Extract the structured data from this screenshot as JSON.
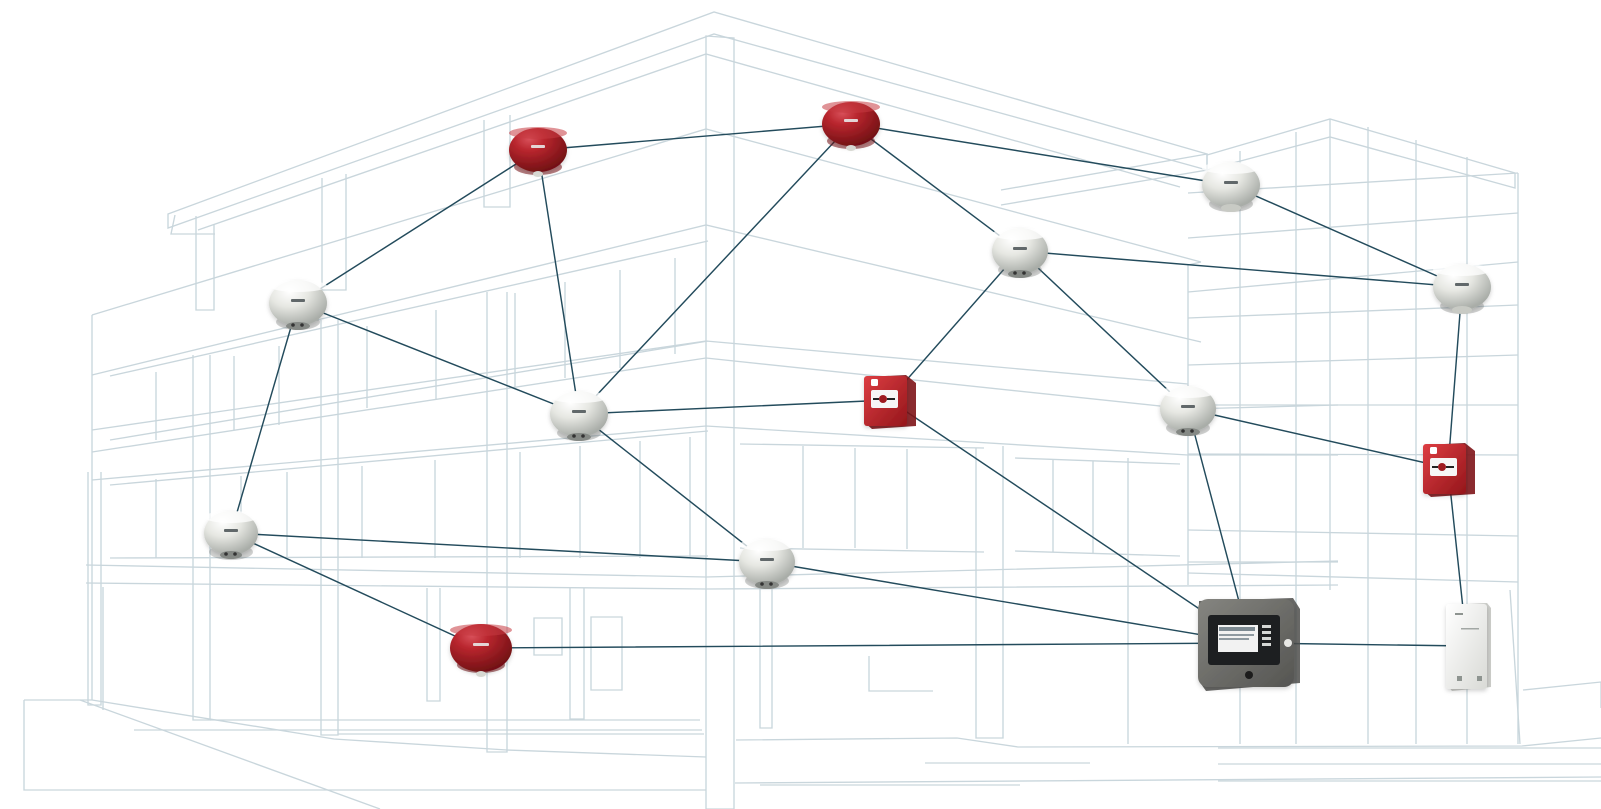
{
  "diagram": {
    "colors": {
      "building_outline": "#c9d6dc",
      "network_link": "#234b5c",
      "red_device": "#a71f24",
      "white_device": "#dfe1dc",
      "panel": "#6d6d69"
    },
    "device_types": [
      {
        "id": "sounder-beacon",
        "icon": "red-sounder-icon"
      },
      {
        "id": "detector",
        "icon": "white-detector-icon"
      },
      {
        "id": "call-point",
        "icon": "manual-call-point-icon"
      },
      {
        "id": "control-panel",
        "icon": "fire-control-panel-icon"
      },
      {
        "id": "wall-module",
        "icon": "wall-module-icon"
      }
    ]
  }
}
